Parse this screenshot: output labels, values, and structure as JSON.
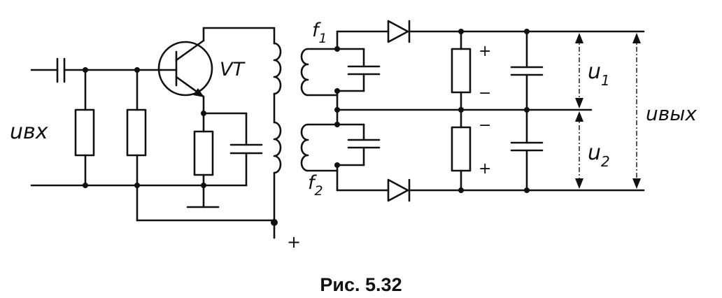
{
  "figure": {
    "caption": "Рис. 5.32"
  },
  "labels": {
    "u_in": "uвх",
    "transistor": "VT",
    "f1_main": "f",
    "f1_sub": "1",
    "f2_main": "f",
    "f2_sub": "2",
    "u1_main": "u",
    "u1_sub": "1",
    "u2_main": "u",
    "u2_sub": "2",
    "u_out": "uвых",
    "supply_plus": "+",
    "r_top_plus": "+",
    "r_top_minus": "−",
    "r_bot_minus": "−",
    "r_bot_plus": "+"
  }
}
